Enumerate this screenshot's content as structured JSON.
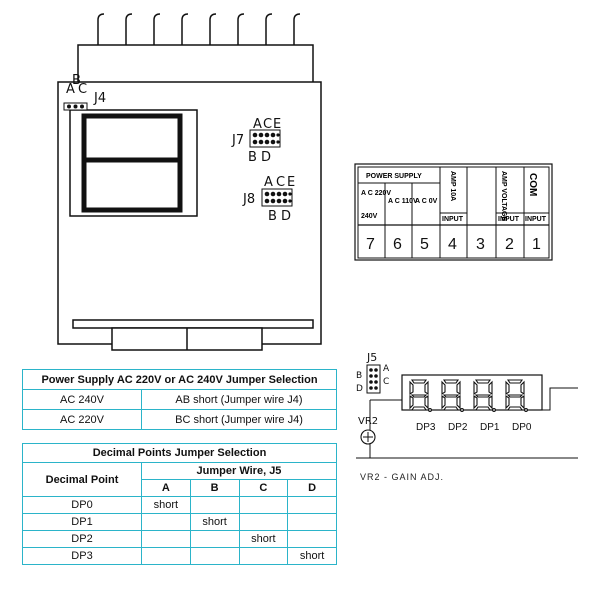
{
  "board": {
    "j4_label": "J4",
    "j4_pins": [
      "A",
      "B",
      "C"
    ],
    "j7_label": "J7",
    "j8_label": "J8",
    "jumper_top_letters": [
      "A",
      "C",
      "E"
    ],
    "jumper_bottom_letters": [
      "B",
      "D"
    ]
  },
  "terminal_block": {
    "power_supply_label": "POWER SUPPLY",
    "v220_label": "A C 220V",
    "v240_label": "240V",
    "v110_label": "A C 110V",
    "v0_label": "A C 0V",
    "amp_label": "AMP 10A",
    "amp_voltage_label": "AMP VOLTAGE",
    "com_label": "COM",
    "input_label": "INPUT",
    "input_label_2": "INPUT",
    "input_label_3": "INPUT",
    "terminals": [
      "7",
      "6",
      "5",
      "4",
      "3",
      "2",
      "1"
    ]
  },
  "display": {
    "j5_label": "J5",
    "j5_pins": [
      "A",
      "B",
      "C",
      "D"
    ],
    "vr2_label": "VR2",
    "dp_labels": [
      "DP3",
      "DP2",
      "DP1",
      "DP0"
    ],
    "gain_note": "VR2 - GAIN ADJ."
  },
  "power_table": {
    "title": "Power Supply AC 220V or AC 240V Jumper Selection",
    "rows": [
      {
        "voltage": "AC 240V",
        "setting": "AB short (Jumper wire J4)"
      },
      {
        "voltage": "AC 220V",
        "setting": "BC short (Jumper wire J4)"
      }
    ]
  },
  "decimal_table": {
    "title": "Decimal Points Jumper Selection",
    "col_header": "Decimal Point",
    "group_header": "Jumper Wire, J5",
    "columns": [
      "A",
      "B",
      "C",
      "D"
    ],
    "rows": [
      {
        "point": "DP0",
        "cells": [
          "short",
          "",
          "",
          ""
        ]
      },
      {
        "point": "DP1",
        "cells": [
          "",
          "short",
          "",
          ""
        ]
      },
      {
        "point": "DP2",
        "cells": [
          "",
          "",
          "short",
          ""
        ]
      },
      {
        "point": "DP3",
        "cells": [
          "",
          "",
          "",
          "short"
        ]
      }
    ]
  }
}
